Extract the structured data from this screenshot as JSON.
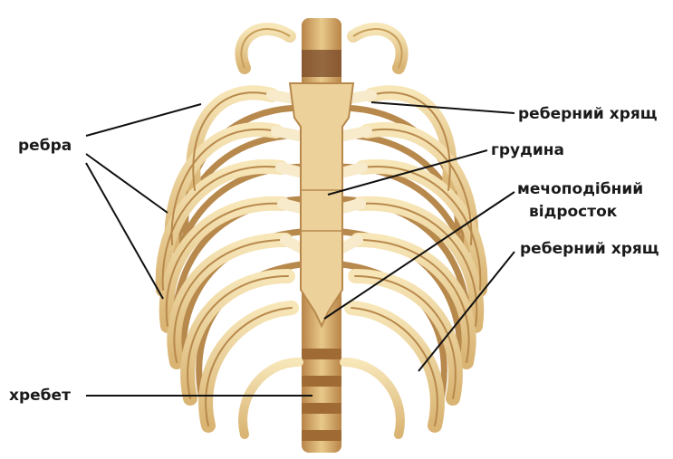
{
  "labels": {
    "ribs": "ребра",
    "costal_cartilage_upper": "реберний хрящ",
    "sternum": "грудина",
    "xiphoid_line1": "мечоподібний",
    "xiphoid_line2": "відросток",
    "costal_cartilage_lower": "реберний хрящ",
    "spine": "хребет"
  },
  "colors": {
    "bone": "#efd8a0",
    "bone_shadow": "#c79d5a",
    "cartilage": "#f7ebcc",
    "dark": "#7a4a28",
    "leader_line": "#111111"
  }
}
